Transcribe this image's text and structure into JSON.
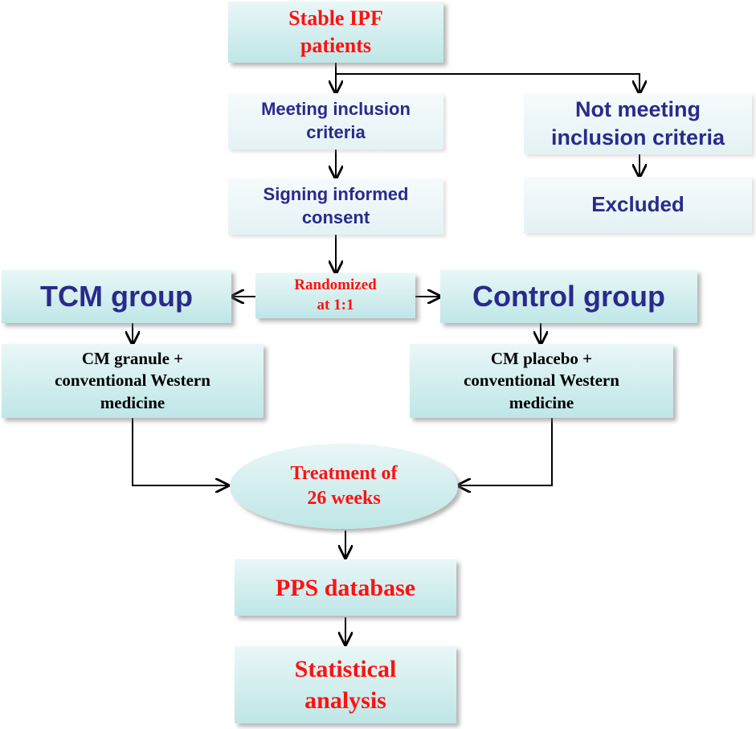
{
  "nodes": {
    "stable": "Stable IPF\npatients",
    "meeting": "Meeting inclusion\ncriteria",
    "not_meeting": "Not meeting\ninclusion criteria",
    "signing": "Signing informed\nconsent",
    "excluded": "Excluded",
    "randomized": "Randomized\nat 1:1",
    "tcm": "TCM group",
    "control": "Control group",
    "cm_granule": "CM granule +\nconventional Western\nmedicine",
    "cm_placebo": "CM placebo +\nconventional Western\nmedicine",
    "treatment": "Treatment of\n26 weeks",
    "pps": "PPS database",
    "statistical": "Statistical\nanalysis"
  },
  "colors": {
    "red_text": "#ff1111",
    "blue_text": "#2a2a8c",
    "black_text": "#000000",
    "box_fill": "#bfe6e7",
    "box_fill_light": "#e3f2f4",
    "arrow": "#000000"
  }
}
